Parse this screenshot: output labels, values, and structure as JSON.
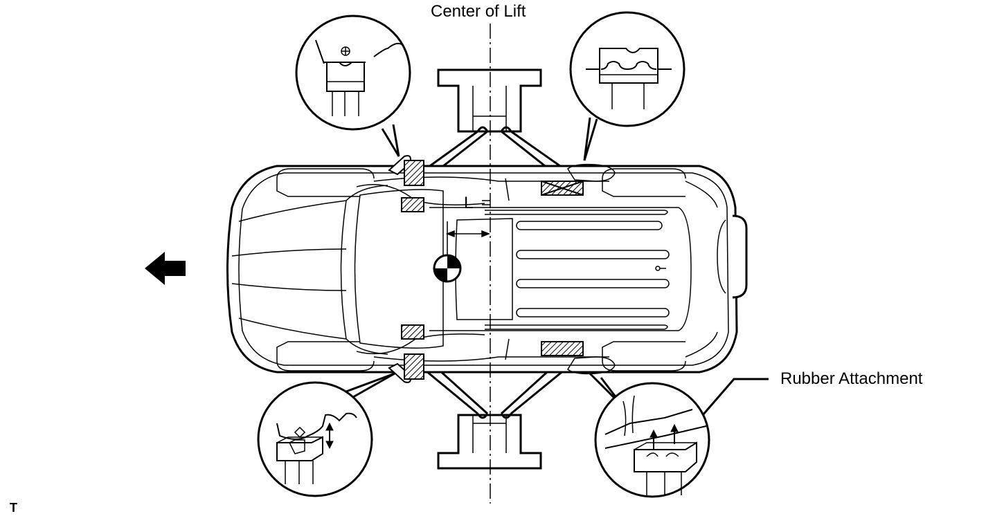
{
  "labels": {
    "center_of_lift": "Center of Lift",
    "rubber_attachment": "Rubber Attachment",
    "l_marker": "L",
    "corner_mark": "T"
  },
  "colors": {
    "line": "#000000",
    "background": "#ffffff"
  },
  "icons": {
    "front_direction": "left-arrow-icon",
    "center_of_gravity": "center-of-gravity-icon"
  }
}
